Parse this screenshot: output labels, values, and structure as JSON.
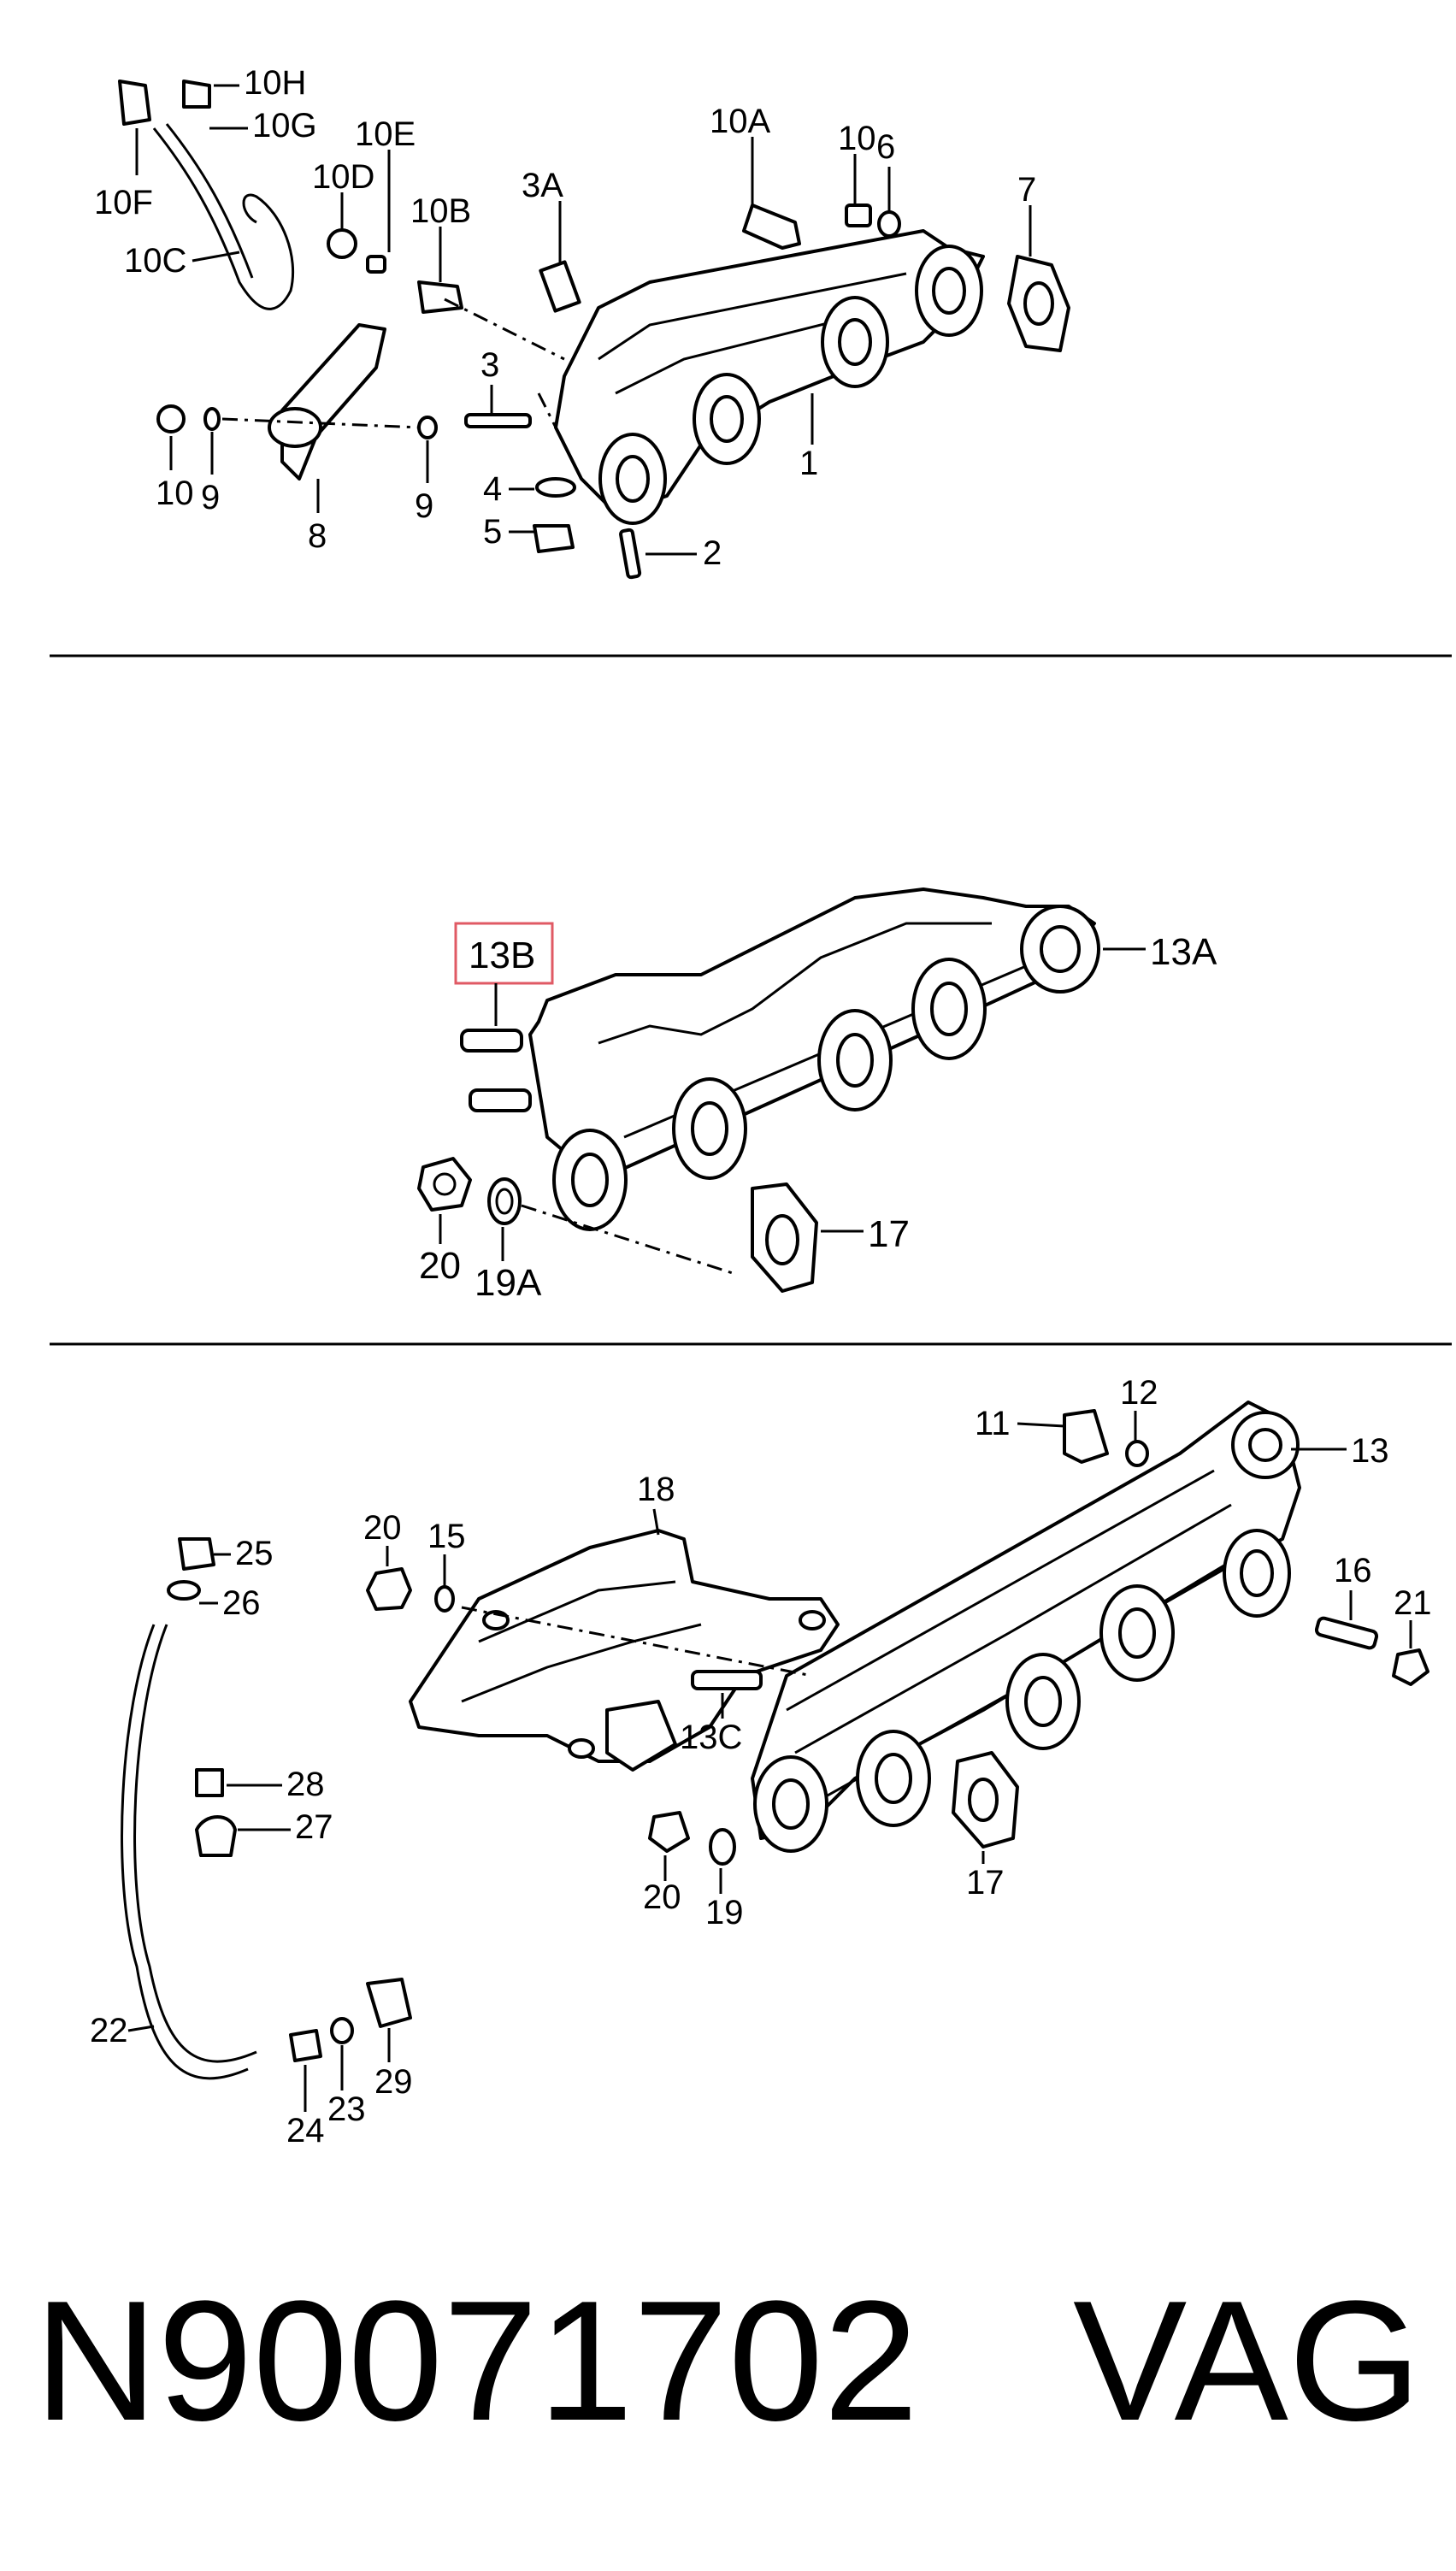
{
  "diagram": {
    "callouts_top": [
      "10H",
      "10G",
      "10F",
      "10C",
      "10E",
      "10D",
      "10B",
      "3A",
      "10A",
      "10",
      "6",
      "7",
      "3",
      "1",
      "4",
      "5",
      "2",
      "10",
      "9",
      "8",
      "9"
    ],
    "callouts_middle": [
      "13B",
      "13A",
      "17",
      "20",
      "19A"
    ],
    "callouts_bottom": [
      "11",
      "12",
      "13",
      "25",
      "26",
      "20",
      "15",
      "18",
      "16",
      "21",
      "28",
      "27",
      "13C",
      "20",
      "19",
      "17",
      "22",
      "24",
      "23",
      "29"
    ],
    "highlight": {
      "label": "13B",
      "color": "#e05a64"
    }
  },
  "footer": {
    "part_number": "N90071702",
    "brand": "VAG"
  }
}
